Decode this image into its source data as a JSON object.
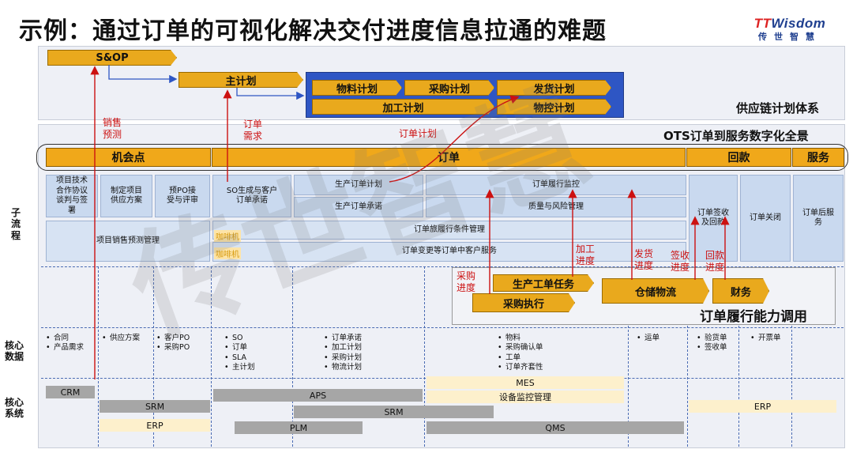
{
  "title": "示例：通过订单的可视化解决交付进度信息拉通的难题",
  "logo": {
    "brand": "TTWisdom",
    "cn": "传世智慧"
  },
  "watermark": "传世智慧",
  "planning": {
    "snop": "S&OP",
    "master": "主计划",
    "items": [
      "物料计划",
      "采购计划",
      "发货计划",
      "加工计划",
      "物控计划"
    ],
    "caption": "供应链计划体系"
  },
  "ots_caption": "OTS订单到服务数字化全景",
  "stages": [
    "机会点",
    "订单",
    "回款",
    "服务"
  ],
  "red_labels": {
    "sales_forecast": "销售\n预测",
    "order_demand": "订单\n需求",
    "order_plan": "订单计划",
    "purchase_progress": "采购\n进度",
    "processing_progress": "加工\n进度",
    "ship_progress": "发货\n进度",
    "sign_progress": "签收\n进度",
    "payment_progress": "回款\n进度"
  },
  "side_labels": {
    "subprocess": "子\n流\n程",
    "core_data": "核心\n数据",
    "core_system": "核心\n系统"
  },
  "subprocess": {
    "c1": "项目技术\n合作协议\n谈判与签\n署",
    "c2": "制定项目\n供应方案",
    "c3": "预PO接\n受与评审",
    "c4": "SO生成与客户\n订单承诺",
    "c5a": "生产订单计划",
    "c5b": "生产订单承诺",
    "c6a": "订单履行监控",
    "c6b": "质量与风险管理",
    "c7": "订单签收\n及回款",
    "c8": "订单关闭",
    "c9": "订单后服\n务",
    "wide1": "项目销售预测管理",
    "wide2": "订单旅履行条件管理",
    "wide3": "订单变更等订单中客户服务",
    "hl1": "咖啡机",
    "hl2": "咖啡机"
  },
  "capability": {
    "prod": "生产工单任务",
    "purchase": "采购执行",
    "logistics": "仓储物流",
    "finance": "财务",
    "caption": "订单履行能力调用"
  },
  "core_data": [
    [
      "合同",
      "产品需求"
    ],
    [
      "供应方案"
    ],
    [
      "客户PO",
      "采购PO"
    ],
    [
      "SO",
      "订单",
      "SLA",
      "主计划"
    ],
    [
      "订单承诺",
      "加工计划",
      "采购计划",
      "物流计划"
    ],
    [
      "物料",
      "采购确认单",
      "工单",
      "订单齐套性"
    ],
    [
      "运单"
    ],
    [
      "验货单",
      "签收单"
    ],
    [
      "开票单"
    ]
  ],
  "systems": {
    "crm": "CRM",
    "srm1": "SRM",
    "erp1": "ERP",
    "aps": "APS",
    "srm2": "SRM",
    "plm": "PLM",
    "mes": "MES",
    "eqm": "设备监控管理",
    "qms": "QMS",
    "erp2": "ERP"
  },
  "colors": {
    "accent": "#e9a91d",
    "blue": "#2e56c4",
    "red": "#c11111"
  }
}
